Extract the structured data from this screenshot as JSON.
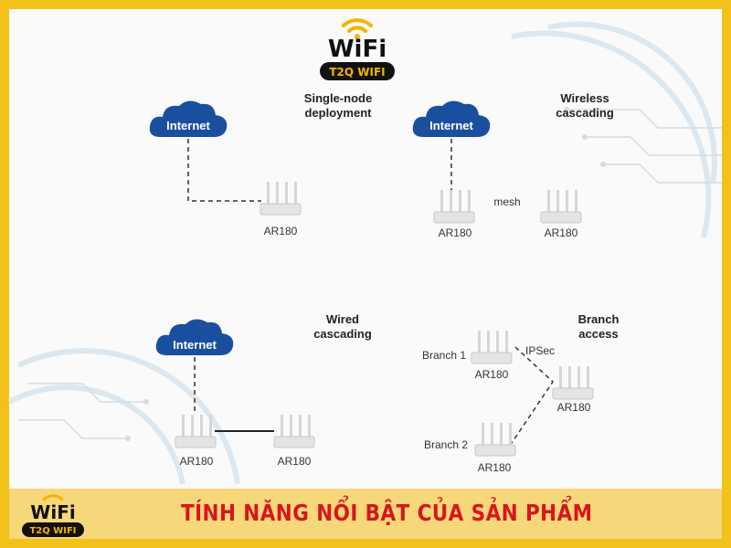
{
  "brand": {
    "logo_word": "WiFi",
    "logo_tag": "T2Q WIFI"
  },
  "sections": {
    "single_node": "Single-node\ndeployment",
    "wireless": "Wireless\ncascading",
    "wired": "Wired\ncascading",
    "branch": "Branch\naccess"
  },
  "labels": {
    "internet": "Internet",
    "router": "AR180",
    "mesh": "mesh",
    "ipsec": "IPSec",
    "branch1": "Branch 1",
    "branch2": "Branch 2"
  },
  "banner": {
    "title": "TÍNH NĂNG NỔI BẬT CỦA SẢN PHẨM"
  },
  "colors": {
    "frame": "#f2c21a",
    "cloud": "#1a4fa0",
    "banner_text": "#d8161c",
    "panel": "#fafafa"
  }
}
